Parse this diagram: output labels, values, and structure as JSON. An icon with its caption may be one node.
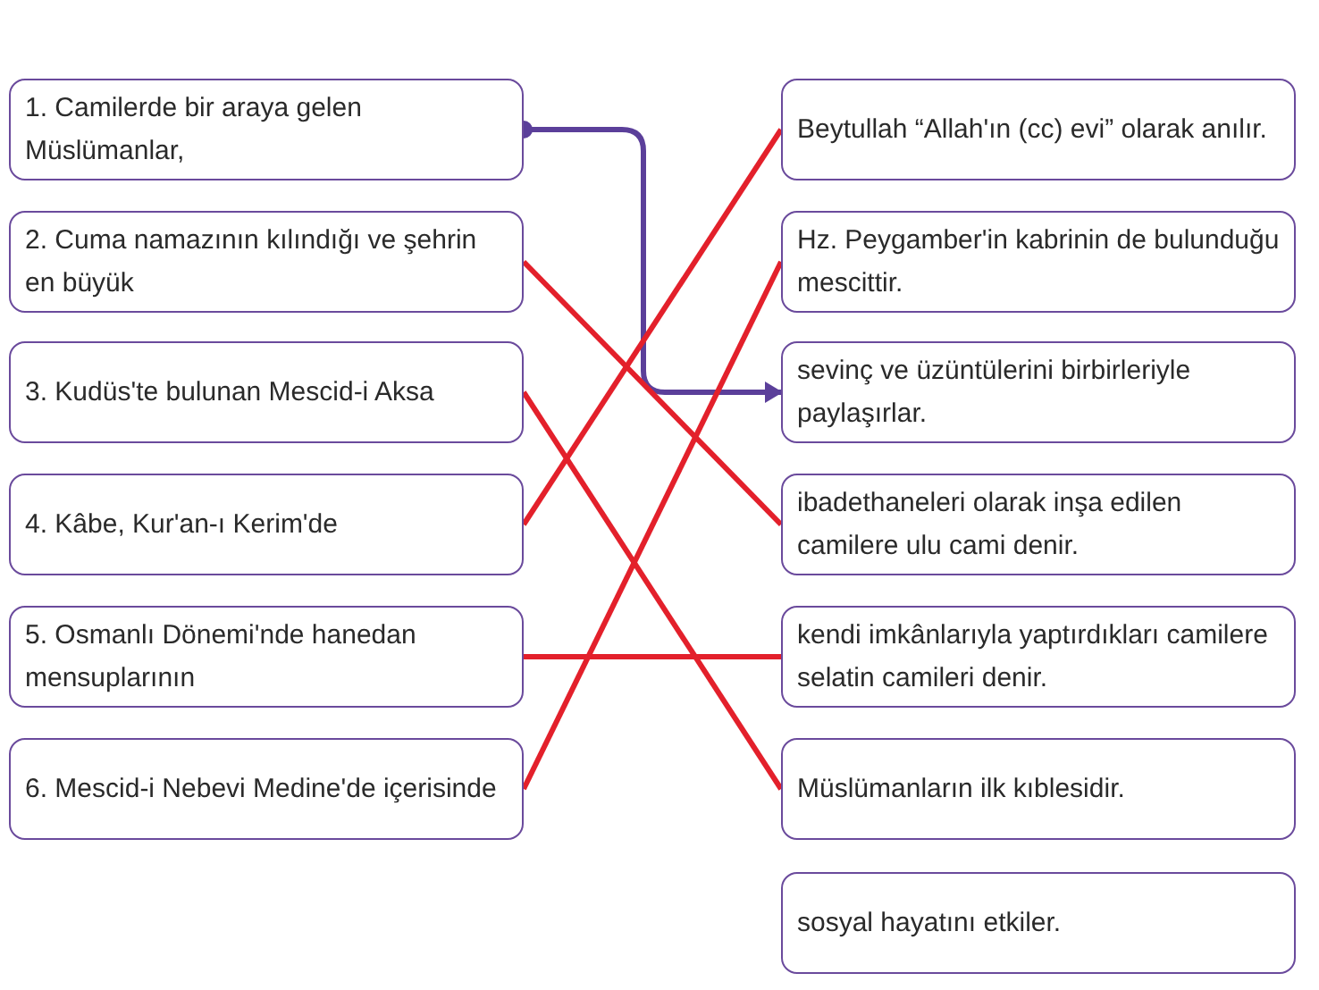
{
  "diagram": {
    "nodes": [
      {
        "text": [
          "1. Camilerde bir araya gelen Müslümanlar,"
        ]
      },
      {
        "text": [
          "2. Cuma namazının kılındığı ve şehrin en büyük"
        ]
      },
      {
        "text": [
          "3. Kudüs'te bulunan Mescid-i Aksa"
        ]
      },
      {
        "text": [
          "4. Kâbe, Kur'an-ı Kerim'de"
        ]
      },
      {
        "text": [
          "5. Osmanlı Dönemi'nde hanedan mensuplarının"
        ]
      },
      {
        "text": [
          "6. Mescid-i Nebevi Medine'de içerisinde"
        ]
      },
      {
        "text": [
          "Beytullah “Allah'ın (cc) evi” olarak anılır."
        ]
      },
      {
        "text": [
          "Hz. Peygamber'in kabrinin de bulunduğu mescittir."
        ]
      },
      {
        "text": [
          "sevinç ve üzüntülerini birbirleriyle paylaşırlar."
        ]
      },
      {
        "text": [
          "ibadethaneleri olarak inşa edilen camilere ulu cami denir."
        ]
      },
      {
        "text": [
          "kendi imkânlarıyla yaptırdıkları camilere selatin camileri denir."
        ]
      },
      {
        "text": [
          "Müslümanların ilk kıblesidir."
        ]
      },
      {
        "text": [
          "sosyal hayatını etkiler."
        ]
      }
    ],
    "edges": [
      {
        "from": 0,
        "to": 8,
        "arrow": "to",
        "color": "#5b3f9a"
      },
      {
        "from": 1,
        "to": 9,
        "arrow": "none"
      },
      {
        "from": 2,
        "to": 11,
        "arrow": "none"
      },
      {
        "from": 3,
        "to": 6,
        "arrow": "none"
      },
      {
        "from": 4,
        "to": 10,
        "arrow": "none"
      },
      {
        "from": 5,
        "to": 7,
        "arrow": "none"
      }
    ]
  }
}
